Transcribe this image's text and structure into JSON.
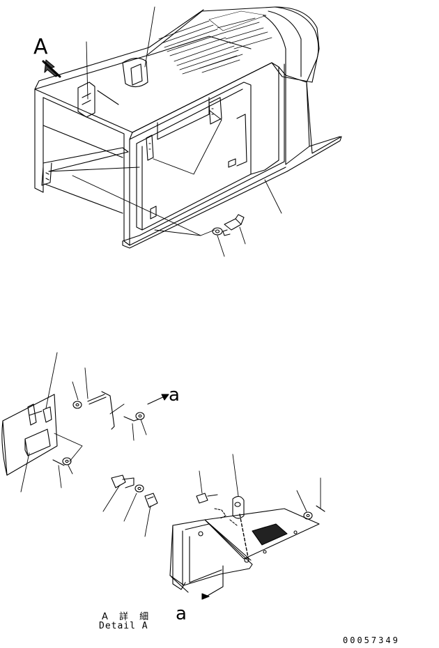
{
  "view_letter": "A",
  "section_arrow_label_top": "a",
  "section_arrow_label_bottom": "a",
  "detail_caption_jp": "A 詳 細",
  "detail_caption_en": "Detail A",
  "drawing_number": "00057349"
}
